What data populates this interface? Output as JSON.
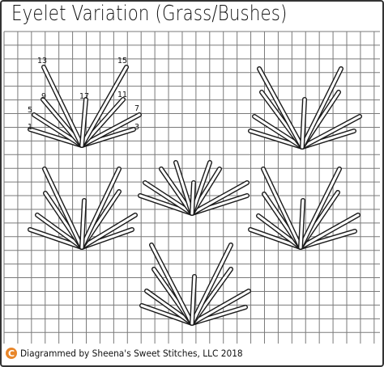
{
  "title": "Eyelet Variation (Grass/Bushes)",
  "credit": "Diagrammed by Sheena's Sweet Stitches, LLC  2018",
  "copyright_icon": "copyright-icon",
  "colors": {
    "grid_line": "#7a7a7a",
    "stitch_outline": "#1a1a1a",
    "stitch_fill": "#ffffff",
    "frame": "#333333",
    "copyright": "#e8862a"
  },
  "stitch_labels": [
    "1",
    "3",
    "5",
    "7",
    "9",
    "11",
    "13",
    "15",
    "17"
  ],
  "motif_count": 6
}
